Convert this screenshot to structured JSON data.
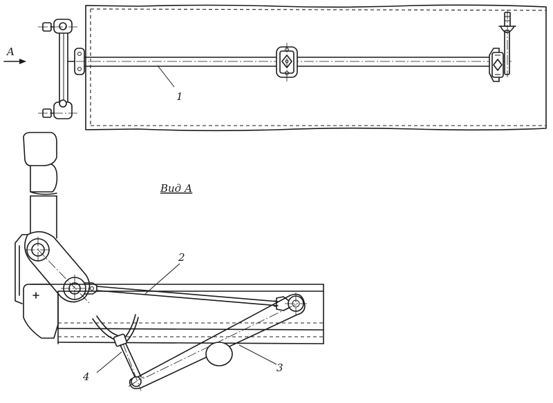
{
  "labels": {
    "direction": "A",
    "view": "Вид А",
    "part_1": "1",
    "part_2": "2",
    "part_3": "3",
    "part_4": "4"
  }
}
